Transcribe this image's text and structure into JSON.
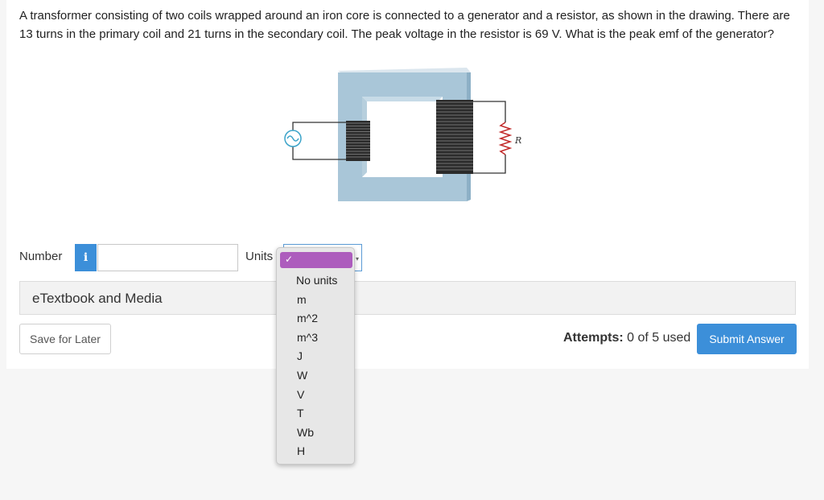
{
  "question": {
    "text": "A transformer consisting of two coils wrapped around an iron core is connected to a generator and a resistor, as shown in the drawing. There are 13 turns in the primary coil and 21 turns in the secondary coil. The peak voltage in the resistor is 69 V. What is the peak emf of the generator?"
  },
  "figure": {
    "resistor_label": "R"
  },
  "answer": {
    "number_label": "Number",
    "info_icon": "i",
    "number_value": "",
    "units_label": "Units",
    "units_selected": "",
    "units_options": [
      "No units",
      "m",
      "m^2",
      "m^3",
      "J",
      "W",
      "V",
      "T",
      "Wb",
      "H"
    ]
  },
  "etextbook": {
    "label": "eTextbook and Media"
  },
  "footer": {
    "save_label": "Save for Later",
    "attempts_prefix": "Attempts:",
    "attempts_count": "0 of 5 used",
    "submit_label": "Submit Answer"
  },
  "colors": {
    "accent": "#3c8fd9",
    "dropdown_highlight": "#ad5dbd"
  }
}
